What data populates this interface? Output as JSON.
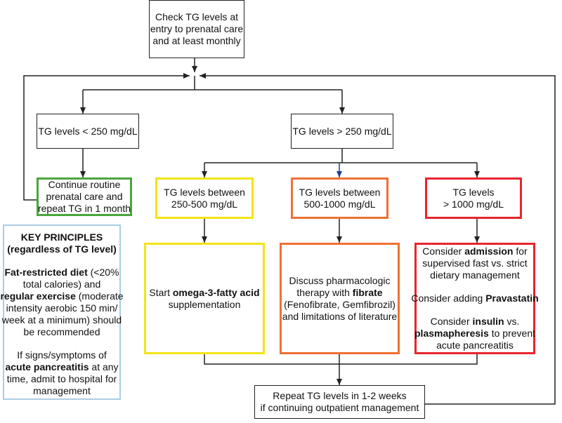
{
  "boxes": {
    "check_tg": {
      "lines": [
        "Check TG levels at",
        "entry to prenatal care",
        "and at least monthly"
      ]
    },
    "tg_under_250": {
      "text": "TG levels < 250 mg/dL"
    },
    "tg_over_250": {
      "text": "TG levels > 250 mg/dL"
    },
    "continue_routine": {
      "lines": [
        "Continue routine",
        "prenatal care and",
        "repeat TG in 1 month"
      ]
    },
    "tg_250_500": {
      "lines": [
        "TG levels between",
        "250-500 mg/dL"
      ]
    },
    "tg_500_1000": {
      "lines": [
        "TG levels between",
        "500-1000 mg/dL"
      ]
    },
    "tg_over_1000": {
      "lines": [
        "TG levels",
        "> 1000 mg/dL"
      ]
    },
    "omega3": {
      "l1_pre": "Start ",
      "l1_bold": "omega-3-fatty acid",
      "l2": "supplementation"
    },
    "fibrate": {
      "l1": "Discuss pharmacologic",
      "l2_pre": "therapy with ",
      "l2_bold": "fibrate",
      "l3": "(Fenofibrate, Gemfibrozil)",
      "l4": "and limitations of literature"
    },
    "admission": {
      "p1_pre": "Consider ",
      "p1_bold": "admission",
      "p1_post": " for",
      "p1_l2": "supervised fast vs. strict",
      "p1_l3": "dietary management",
      "p2_pre": "Consider adding ",
      "p2_bold": "Pravastatin",
      "p3_pre": "Consider ",
      "p3_bold": "insulin",
      "p3_post": " vs.",
      "p3_bold2": "plasmapheresis",
      "p3_post2": " to prevent",
      "p3_l3": "acute pancreatitis"
    },
    "repeat_tg": {
      "lines": [
        "Repeat TG levels in 1-2 weeks",
        "if continuing outpatient management"
      ]
    }
  },
  "key_principles": {
    "title_l1": "KEY PRINCIPLES",
    "title_l2": "(regardless of TG level)",
    "p1_bold1": "Fat-restricted diet",
    "p1_t1": " (<20%",
    "p1_t2": "total calories) and",
    "p1_bold2": "regular exercise",
    "p1_t3": " (moderate",
    "p1_t4": "intensity aerobic 150 min/",
    "p1_t5": "week at a minimum) should",
    "p1_t6": "be recommended",
    "p2_t1": "If signs/symptoms of",
    "p2_bold": "acute pancreatitis",
    "p2_t2": " at any",
    "p2_t3": "time, admit to hospital for",
    "p2_t4": "management"
  },
  "colors": {
    "line": "#222222",
    "green": "#4aa63c",
    "yellow": "#f2e416",
    "orange": "#ef7033",
    "red": "#e8242e",
    "blue": "#a9cde7",
    "arrow_blue": "#1f3f8f"
  }
}
